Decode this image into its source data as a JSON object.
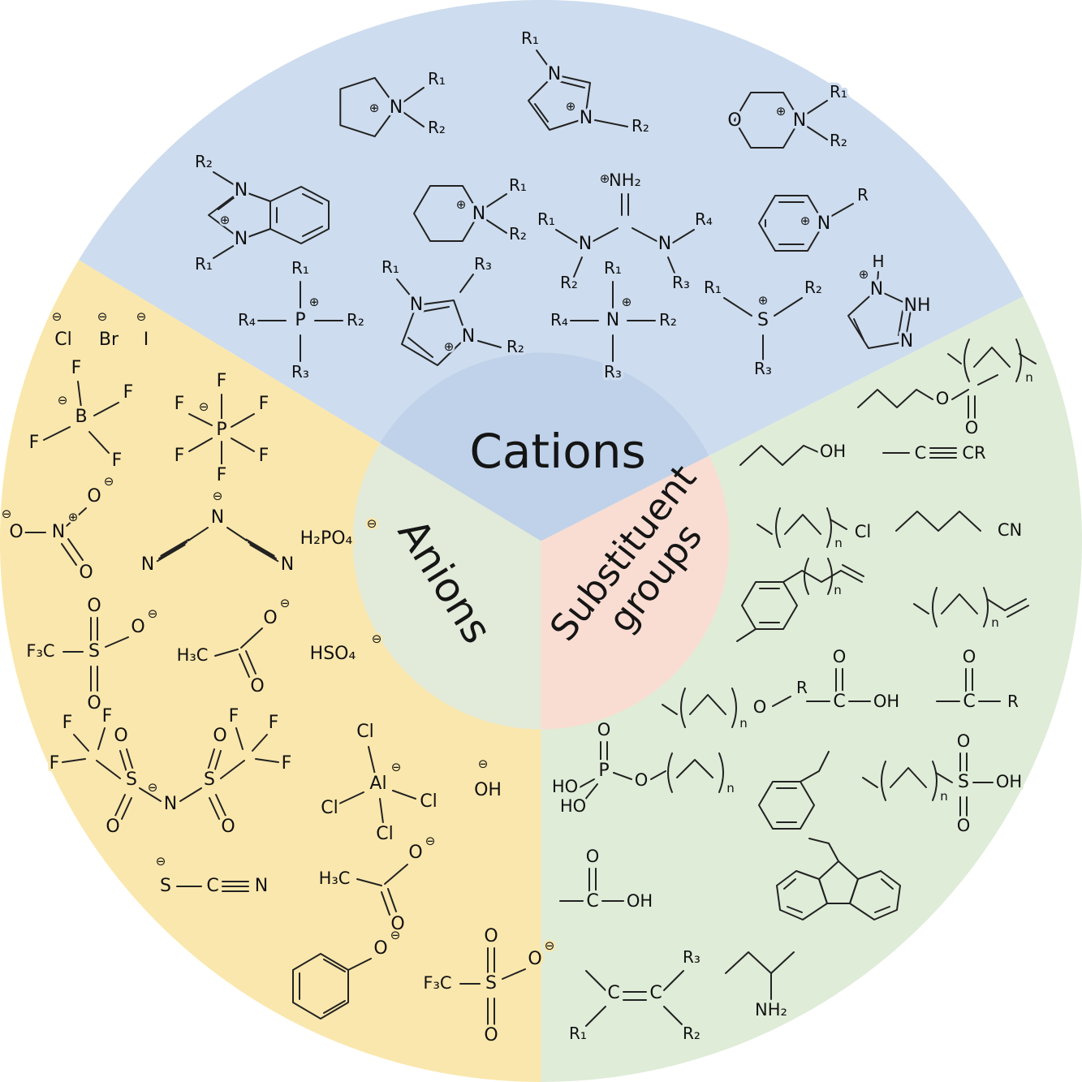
{
  "sectors": {
    "cations": {
      "label": "Cations",
      "color": "#cddcee",
      "inner_color": "#bfd2e9"
    },
    "anions": {
      "label": "Anions",
      "color": "#fae7ad",
      "inner_color": "#e2ead9"
    },
    "substituents": {
      "label_line1": "Substituent",
      "label_line2": "groups",
      "color": "#dfecd8",
      "inner_color": "#f9ddd2"
    }
  },
  "cations": [
    {
      "name": "pyrrolidinium",
      "n": "N",
      "charge": "⊕",
      "r1": "R₁",
      "r2": "R₂"
    },
    {
      "name": "imidazolium",
      "n1": "N",
      "n3": "N",
      "charge": "⊕",
      "r1": "R₁",
      "r2": "R₂"
    },
    {
      "name": "morpholinium",
      "o": "O",
      "n": "N",
      "charge": "⊕",
      "r1": "R₁",
      "r2": "R₂"
    },
    {
      "name": "benzimidazolium",
      "n1": "N",
      "n3": "N",
      "charge": "⊕",
      "r1": "R₁",
      "r2": "R₂"
    },
    {
      "name": "piperidinium",
      "n": "N",
      "charge": "⊕",
      "r1": "R₁",
      "r2": "R₂"
    },
    {
      "name": "guanidinium",
      "nh2": "NH₂",
      "charge": "⊕",
      "nl": "N",
      "nr": "N",
      "r1": "R₁",
      "r2": "R₂",
      "r3": "R₃",
      "r4": "R₄"
    },
    {
      "name": "pyridinium",
      "n": "N",
      "charge": "⊕",
      "r": "R"
    },
    {
      "name": "phosphonium",
      "p": "P",
      "charge": "⊕",
      "r1": "R₁",
      "r2": "R₂",
      "r3": "R₃",
      "r4": "R₄"
    },
    {
      "name": "trisubstituted-imidazolium",
      "n1": "N",
      "n3": "N",
      "charge": "⊕",
      "r1": "R₁",
      "r2": "R₂",
      "r3": "R₃"
    },
    {
      "name": "ammonium",
      "n": "N",
      "charge": "⊕",
      "r1": "R₁",
      "r2": "R₂",
      "r3": "R₃",
      "r4": "R₄"
    },
    {
      "name": "sulfonium",
      "s": "S",
      "charge": "⊕",
      "r1": "R₁",
      "r2": "R₂",
      "r3": "R₃"
    },
    {
      "name": "triazolium",
      "h": "H",
      "charge": "⊕",
      "n1": "N",
      "n2": "NH",
      "n3": "N"
    }
  ],
  "anions": [
    {
      "name": "chloride",
      "symbol": "Cl",
      "charge": "⊖"
    },
    {
      "name": "bromide",
      "symbol": "Br",
      "charge": "⊖"
    },
    {
      "name": "iodide",
      "symbol": "I",
      "charge": "⊖"
    },
    {
      "name": "tetrafluoroborate",
      "b": "B",
      "charge": "⊖",
      "f1": "F",
      "f2": "F",
      "f3": "F",
      "f4": "F"
    },
    {
      "name": "hexafluorophosphate",
      "p": "P",
      "charge": "⊖",
      "f1": "F",
      "f2": "F",
      "f3": "F",
      "f4": "F",
      "f5": "F",
      "f6": "F"
    },
    {
      "name": "nitrate",
      "n": "N",
      "n_charge": "⊕",
      "o1": "O",
      "o1_charge": "⊖",
      "o2": "O",
      "o2_charge": "⊖",
      "o3": "O"
    },
    {
      "name": "dicyanamide",
      "n_center": "N",
      "charge": "⊖",
      "n_left": "N",
      "n_right": "N"
    },
    {
      "name": "dihydrogen-phosphate",
      "formula": "H₂PO₄",
      "charge": "⊖"
    },
    {
      "name": "triflate",
      "f3c": "F₃C",
      "s": "S",
      "o_top": "O",
      "o_bottom": "O",
      "o_right": "O",
      "charge": "⊖"
    },
    {
      "name": "acetate",
      "h3c": "H₃C",
      "o_top": "O",
      "o_bottom": "O",
      "charge": "⊖"
    },
    {
      "name": "hydrogen-sulfate",
      "formula": "HSO₄",
      "charge": "⊖"
    },
    {
      "name": "bistriflimide",
      "n": "N",
      "charge": "⊖",
      "s1": "S",
      "s2": "S",
      "o1": "O",
      "o2": "O",
      "o3": "O",
      "o4": "O",
      "f1": "F",
      "f2": "F",
      "f3": "F",
      "f4": "F",
      "f5": "F",
      "f6": "F"
    },
    {
      "name": "tetrachloroaluminate",
      "al": "Al",
      "charge": "⊖",
      "cl1": "Cl",
      "cl2": "Cl",
      "cl3": "Cl",
      "cl4": "Cl"
    },
    {
      "name": "hydroxide",
      "formula": "OH",
      "charge": "⊖"
    },
    {
      "name": "thiocyanate",
      "s": "S",
      "charge": "⊖",
      "c": "C",
      "n": "N"
    },
    {
      "name": "acetate-2",
      "h3c": "H₃C",
      "o_top": "O",
      "o_bottom": "O",
      "charge": "⊖"
    },
    {
      "name": "phenolate",
      "o": "O",
      "charge": "⊖"
    },
    {
      "name": "triflate-2",
      "f3c": "F₃C",
      "s": "S",
      "o_top": "O",
      "o_bottom": "O",
      "o_right": "O",
      "charge": "⊖"
    }
  ],
  "substituents": [
    {
      "name": "alkyl",
      "n": "n"
    },
    {
      "name": "acetate-ester",
      "o_ether": "O",
      "o_carbonyl": "O"
    },
    {
      "name": "hydroxyalkyl",
      "oh": "OH"
    },
    {
      "name": "alkynyl",
      "c": "C",
      "cr": "CR"
    },
    {
      "name": "chloroalkyl",
      "n": "n",
      "cl": "Cl"
    },
    {
      "name": "nitrile-alkyl",
      "cn": "CN"
    },
    {
      "name": "aryl-alkenyl",
      "n": "n"
    },
    {
      "name": "alkenyl",
      "n": "n"
    },
    {
      "name": "alkyl-ether",
      "n": "n",
      "o": "O",
      "r": "R"
    },
    {
      "name": "carboxyl",
      "c": "C",
      "o": "O",
      "oh": "OH"
    },
    {
      "name": "acyl",
      "c": "C",
      "o": "O",
      "r": "R"
    },
    {
      "name": "alkyl-phosphate",
      "ho_top": "HO",
      "p": "P",
      "o_top": "O",
      "ho_bottom": "HO",
      "o_right": "O",
      "n": "n"
    },
    {
      "name": "phenethyl"
    },
    {
      "name": "alkyl-sulfonate",
      "n": "n",
      "s": "S",
      "o_top": "O",
      "o_bottom": "O",
      "oh": "OH"
    },
    {
      "name": "carboxylic-acid",
      "c": "C",
      "o": "O",
      "oh": "OH"
    },
    {
      "name": "ethylfluorenyl"
    },
    {
      "name": "alkenyl-r",
      "c1": "C",
      "c2": "C",
      "r1": "R₁",
      "r2": "R₂",
      "r3": "R₃"
    },
    {
      "name": "aminoalkyl",
      "nh2": "NH₂"
    }
  ]
}
